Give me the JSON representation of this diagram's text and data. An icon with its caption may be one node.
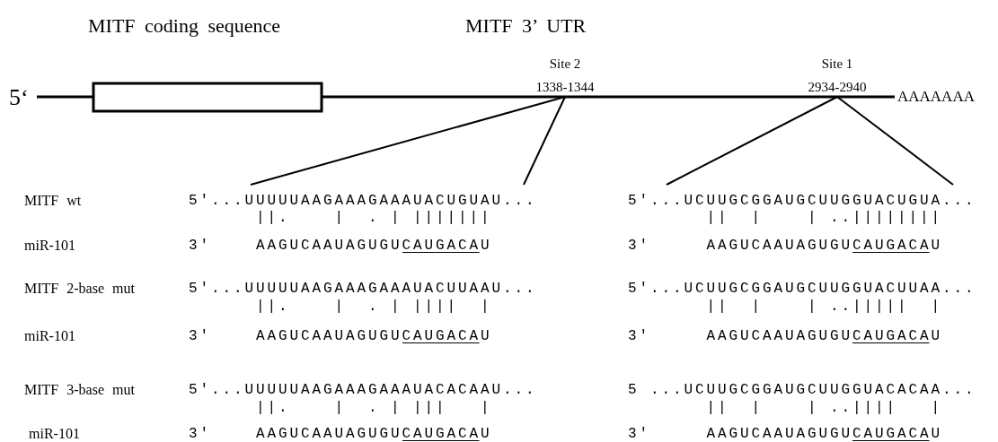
{
  "diagram": {
    "nodes": [
      {
        "text": [
          "Site 2",
          "1338-1344"
        ]
      },
      {
        "text": [
          "Site 1",
          "2934-2940"
        ]
      },
      {
        "text": [
          "5'...UUUUUAAGAAAGAAAUACUGUAU..."
        ]
      },
      {
        "text": [
          "5'...UCUUGCGGAUGCUUGGUACUGUA..."
        ]
      }
    ],
    "edges": [
      {
        "from": 0,
        "to": 2,
        "arrow": "none"
      },
      {
        "from": 0,
        "to": 2,
        "arrow": "none"
      },
      {
        "from": 1,
        "to": 3,
        "arrow": "none"
      },
      {
        "from": 1,
        "to": 3,
        "arrow": "none"
      }
    ],
    "labels": [
      "MITF coding sequence",
      "MITF 3’ UTR",
      "5‘",
      "AAAAAAA",
      "MITF wt",
      "||.    |  . | |||||||",
      "||  |    | ..||||||||",
      "miR-101",
      "3'",
      "AAGUCAAUAGUGUCAUGACAU",
      "3'",
      "AAGUCAAUAGUGUCAUGACAU",
      "MITF 2-base mut",
      "5'...UUUUUAAGAAAGAAAUACUUAAU...",
      "5'...UCUUGCGGAUGCUUGGUACUUAA...",
      "||.    |  . | ||||  |",
      "||  |    | ..|||||  |",
      "miR-101",
      "3'",
      "AAGUCAAUAGUGUCAUGACAU",
      "3'",
      "AAGUCAAUAGUGUCAUGACAU",
      "MITF 3-base mut",
      "5'...UUUUUAAGAAAGAAAUACACAAU...",
      "5 ...UCUUGCGGAUGCUUGGUACACAA...",
      "||.    |  . | |||   |",
      "||  |    | ..||||   |",
      "miR-101",
      "3'",
      "AAGUCAAUAGUGUCAUGACAU",
      "3'",
      "AAGUCAAUAGUGUCAUGACAU"
    ]
  }
}
